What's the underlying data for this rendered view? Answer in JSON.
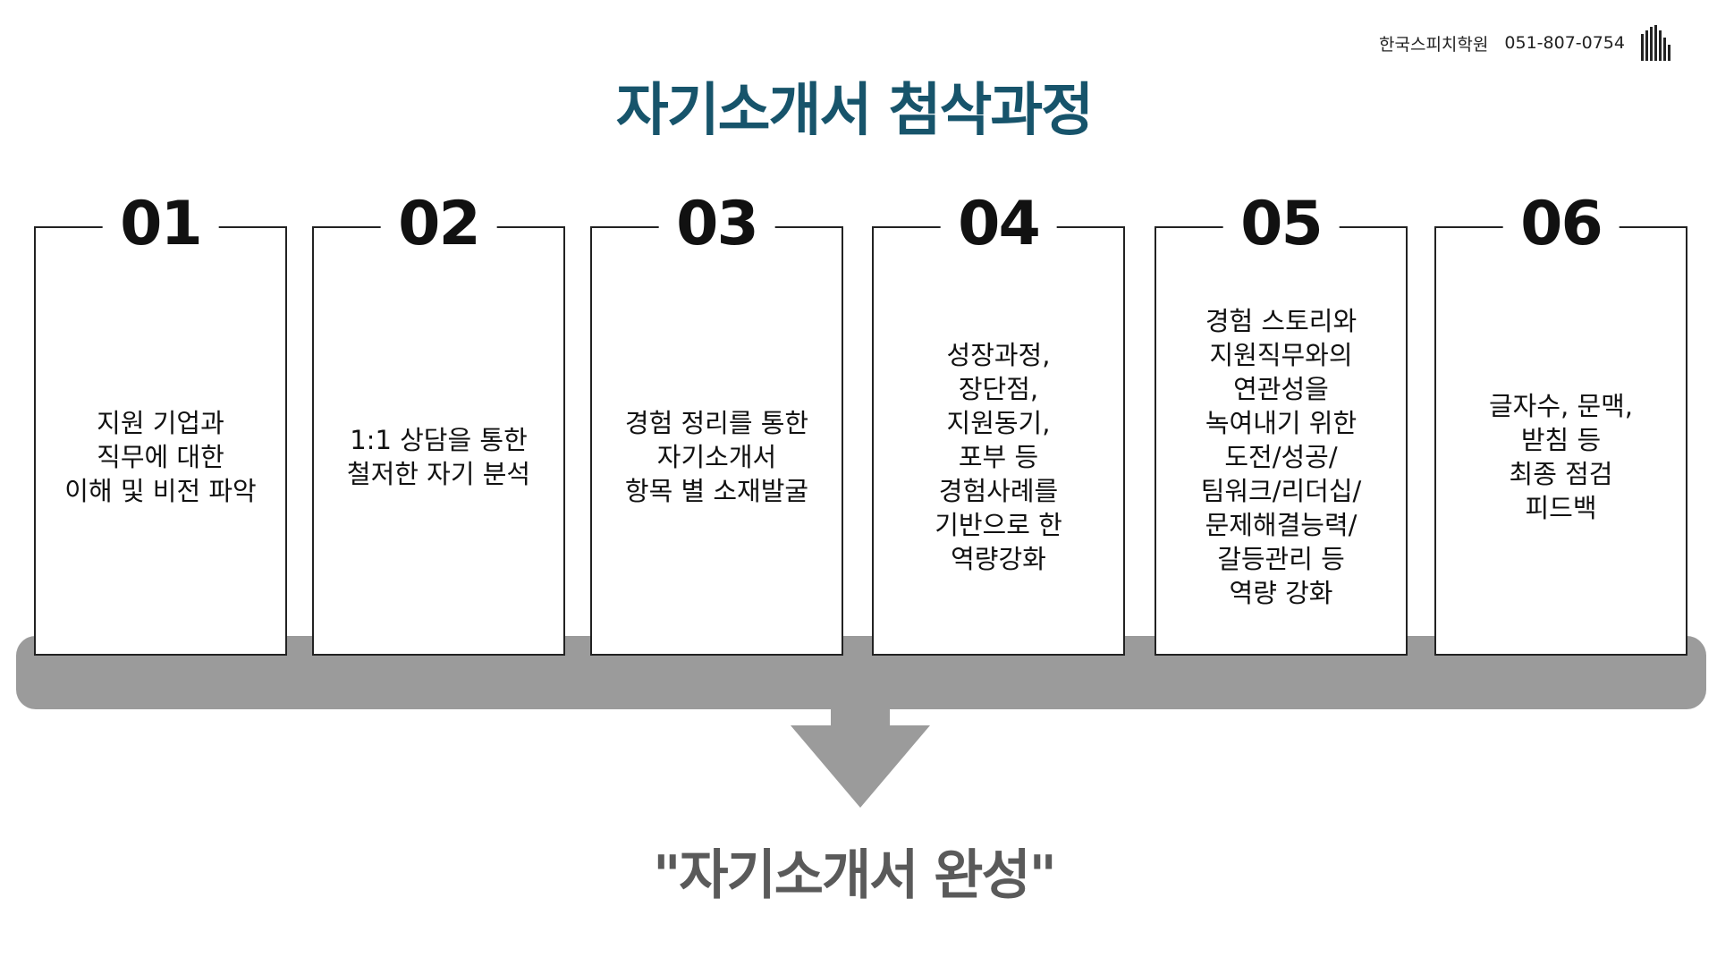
{
  "header": {
    "academy_name": "한국스피치학원",
    "phone": "051-807-0754"
  },
  "title": "자기소개서 첨삭과정",
  "steps": [
    {
      "number": "01",
      "text": "지원 기업과\n직무에 대한\n이해 및 비전 파악"
    },
    {
      "number": "02",
      "text": "1:1 상담을 통한\n철저한 자기 분석"
    },
    {
      "number": "03",
      "text": "경험 정리를 통한\n자기소개서\n항목 별 소재발굴"
    },
    {
      "number": "04",
      "text": "성장과정,\n장단점,\n지원동기,\n포부 등\n경험사례를\n기반으로 한\n역량강화"
    },
    {
      "number": "05",
      "text": "경험 스토리와\n지원직무와의\n연관성을\n녹여내기 위한\n도전/성공/\n팀워크/리더십/\n문제해결능력/\n갈등관리 등\n역량 강화"
    },
    {
      "number": "06",
      "text": "글자수, 문맥,\n받침 등\n최종 점검\n피드백"
    }
  ],
  "result": "\"자기소개서 완성\"",
  "colors": {
    "title": "#17546b",
    "band": "#9b9b9b",
    "arrow": "#9b9b9b",
    "result": "#5a5a5a"
  }
}
